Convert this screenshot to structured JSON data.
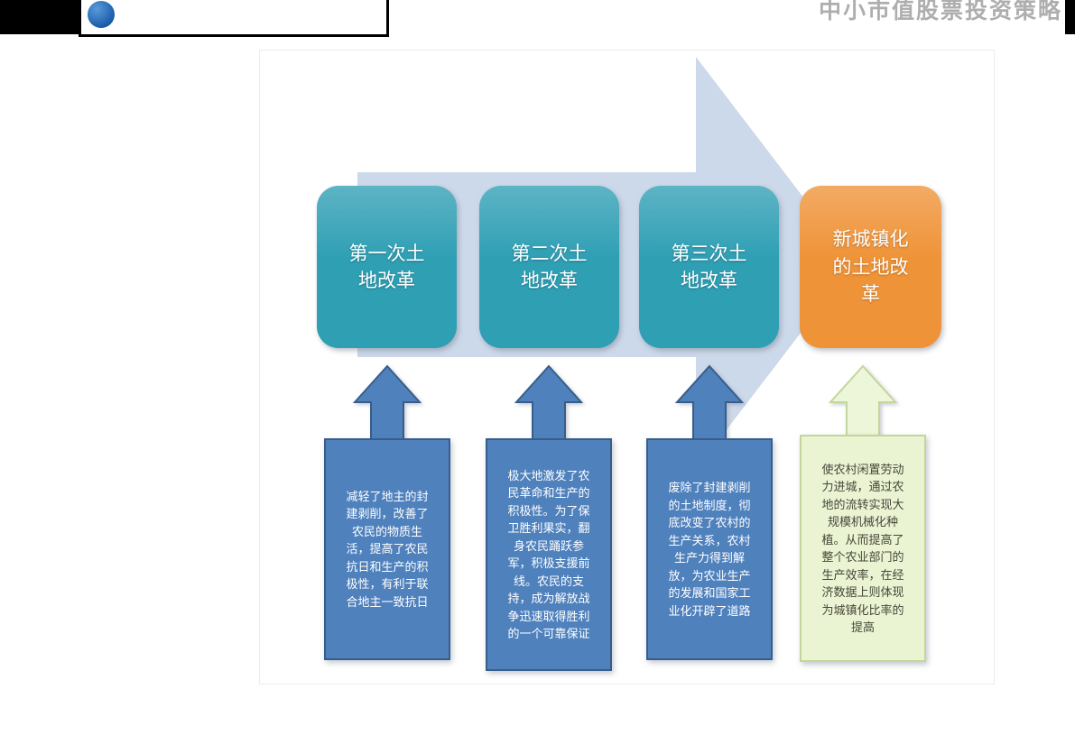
{
  "header": {
    "watermark": "中小市值股票投资策略"
  },
  "diagram": {
    "stages": [
      {
        "title": "第一次土地改革",
        "desc": "减轻了地主的封建剥削，改善了农民的物质生活，提高了农民抗日和生产的积极性，有利于联合地主一致抗日"
      },
      {
        "title": "第二次土地改革",
        "desc": "极大地激发了农民革命和生产的积极性。为了保卫胜利果实，翻身农民踊跃参军，积极支援前线。农民的支持，成为解放战争迅速取得胜利的一个可靠保证"
      },
      {
        "title": "第三次土地改革",
        "desc": "废除了封建剥削的土地制度，彻底改变了农村的生产关系，农村生产力得到解放，为农业生产的发展和国家工业化开辟了道路"
      },
      {
        "title": "新城镇化的土地改革",
        "desc": "使农村闲置劳动力进城，通过农地的流转实现大规模机械化种植。从而提高了整个农业部门的生产效率，在经济数据上则体现为城镇化比率的提高"
      }
    ],
    "colors": {
      "stage_teal": "#2f9fb4",
      "stage_orange": "#ef9338",
      "arrow_blue": "#4f81bd",
      "arrow_blue_border": "#385d8a",
      "arrow_pale": "#eef6da",
      "arrow_pale_border": "#c3d69b",
      "desc_blue": "#4f81bd",
      "desc_green": "#eaf3d2",
      "bg_arrow": "#ccd9ea"
    }
  }
}
